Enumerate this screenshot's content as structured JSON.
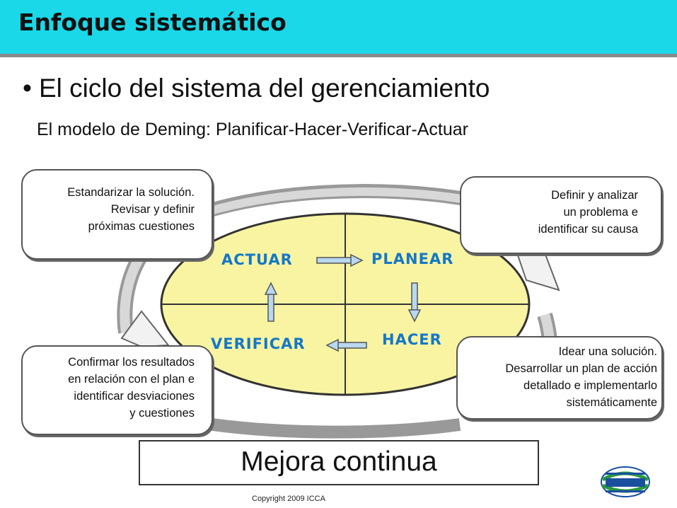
{
  "header": {
    "title": "Enfoque sistemático"
  },
  "main": {
    "bullet": "El ciclo del sistema del gerenciamiento",
    "subtitle": "El modelo de Deming: Planificar-Hacer-Verificar-Actuar"
  },
  "cycle": {
    "quadrants": {
      "actuar": "ACTUAR",
      "planear": "PLANEAR",
      "verificar": "VERIFICAR",
      "hacer": "HACER"
    }
  },
  "callouts": {
    "top_left": [
      "Estandarizar la solución.",
      "Revisar y definir",
      "próximas cuestiones"
    ],
    "top_right": [
      "Definir y analizar",
      "un problema e",
      "identificar su causa"
    ],
    "bottom_left": [
      "Confirmar los resultados",
      "en relación con el plan e",
      "identificar desviaciones",
      "y cuestiones"
    ],
    "bottom_right": [
      "Idear una solución.",
      "Desarrollar un plan de acción",
      "detallado e implementarlo",
      "sistemáticamente"
    ]
  },
  "footer": {
    "banner": "Mejora continua",
    "copyright": "Copyright  2009 ICCA"
  },
  "colors": {
    "header_bg": "#1ad8e8",
    "ellipse_fill": "#f8f4a2",
    "label_blue": "#1478c8",
    "arrow_fill": "#b8d8f0"
  }
}
